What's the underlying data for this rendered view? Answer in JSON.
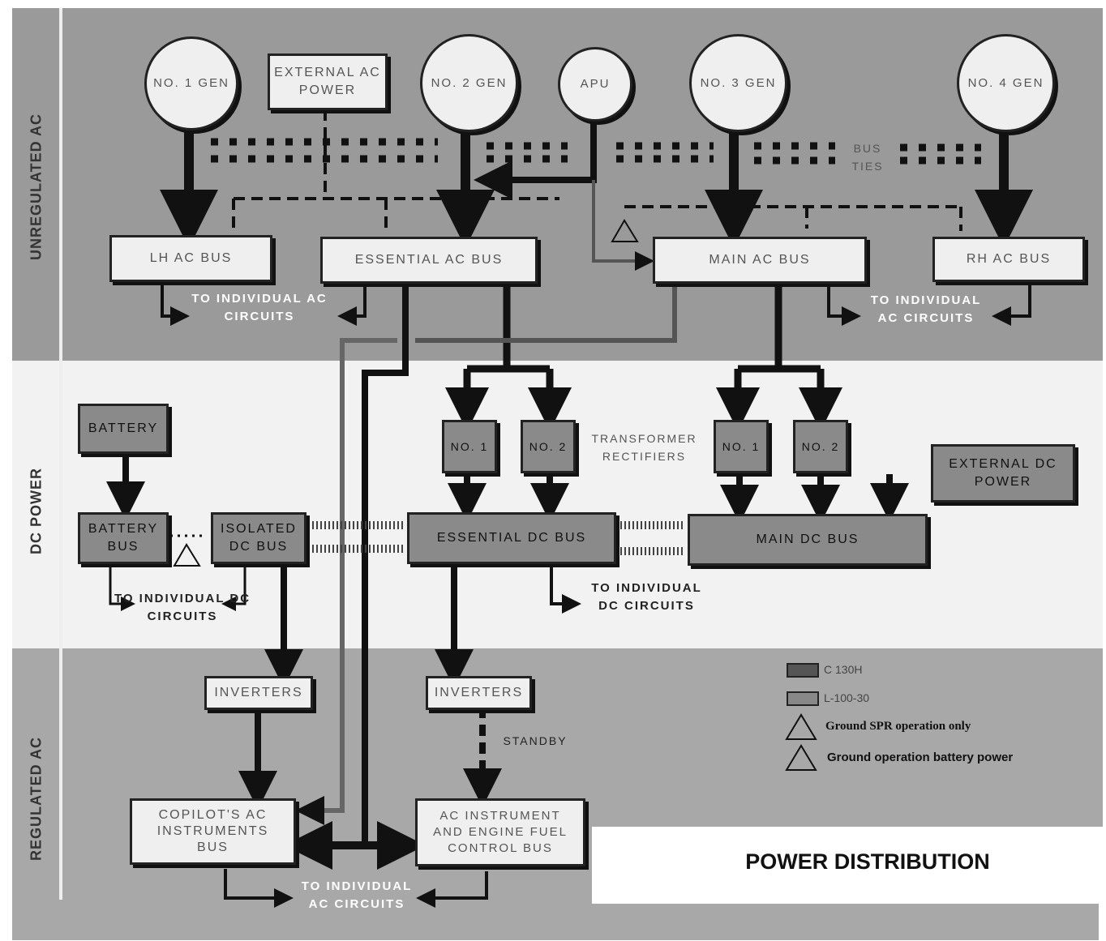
{
  "zones": {
    "unregulated_ac": "UNREGULATED AC",
    "dc_power": "DC POWER",
    "regulated_ac": "REGULATED AC"
  },
  "generators": {
    "gen1": "NO. 1 GEN",
    "gen2": "NO. 2 GEN",
    "apu": "APU",
    "gen3": "NO. 3 GEN",
    "gen4": "NO. 4 GEN"
  },
  "external_ac": "EXTERNAL AC POWER",
  "bus_ties": "BUS TIES",
  "ac_buses": {
    "lh": "LH AC BUS",
    "essential": "ESSENTIAL AC BUS",
    "main": "MAIN AC BUS",
    "rh": "RH AC BUS"
  },
  "to_ac_circuits_left": "TO INDIVIDUAL AC CIRCUITS",
  "to_ac_circuits_right": "TO INDIVIDUAL AC CIRCUITS",
  "battery": "BATTERY",
  "battery_bus": "BATTERY BUS",
  "isolated_dc_bus": "ISOLATED DC BUS",
  "tr_left": [
    "NO. 1",
    "NO. 2"
  ],
  "tr_right": [
    "NO. 1",
    "NO. 2"
  ],
  "transformer_rectifiers": "TRANSFORMER RECTIFIERS",
  "external_dc": "EXTERNAL DC POWER",
  "essential_dc_bus": "ESSENTIAL DC BUS",
  "main_dc_bus": "MAIN DC BUS",
  "to_dc_circuits_left": "TO INDIVIDUAL DC CIRCUITS",
  "to_dc_circuits_right": "TO INDIVIDUAL DC CIRCUITS",
  "inverters_left": "INVERTERS",
  "inverters_right": "INVERTERS",
  "standby": "STANDBY",
  "copilot_bus": "COPILOT'S AC INSTRUMENTS BUS",
  "instrument_bus": "AC INSTRUMENT AND ENGINE FUEL CONTROL BUS",
  "to_ac_circuits_bottom": "TO INDIVIDUAL AC CIRCUITS",
  "legend": {
    "c130h": "C 130H",
    "l100": "L-100-30",
    "note1": "Ground SPR operation only",
    "note2": "Ground operation battery power"
  },
  "title": "POWER DISTRIBUTION",
  "colors": {
    "unregulated_bg": "#9a9a9a",
    "dc_bg": "#f2f2f2",
    "regulated_bg": "#a8a8a8",
    "line": "#111111"
  }
}
